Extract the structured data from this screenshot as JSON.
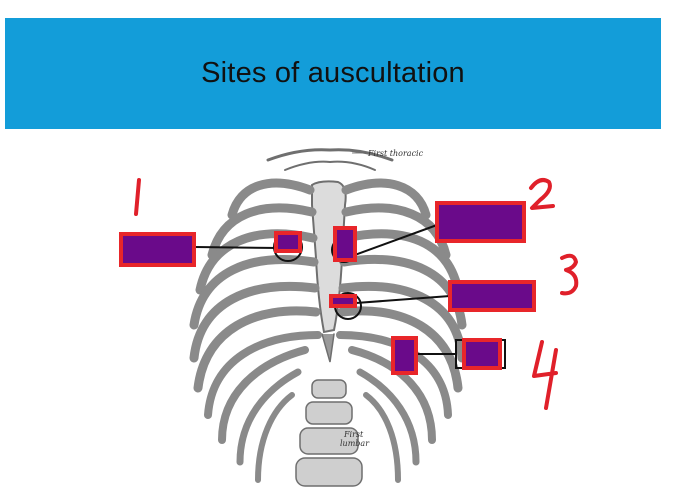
{
  "title": "Sites of auscultation",
  "figure_labels": {
    "first_thoracic": "First thoracic",
    "first_lumbar_1": "First",
    "first_lumbar_2": "lumbar"
  },
  "site_numbers": [
    "1",
    "2",
    "3",
    "4"
  ],
  "colors": {
    "banner": "#139dd9",
    "box_fill": "#6a0a8a",
    "box_border": "#e8262a",
    "handwriting": "#e0202a"
  }
}
